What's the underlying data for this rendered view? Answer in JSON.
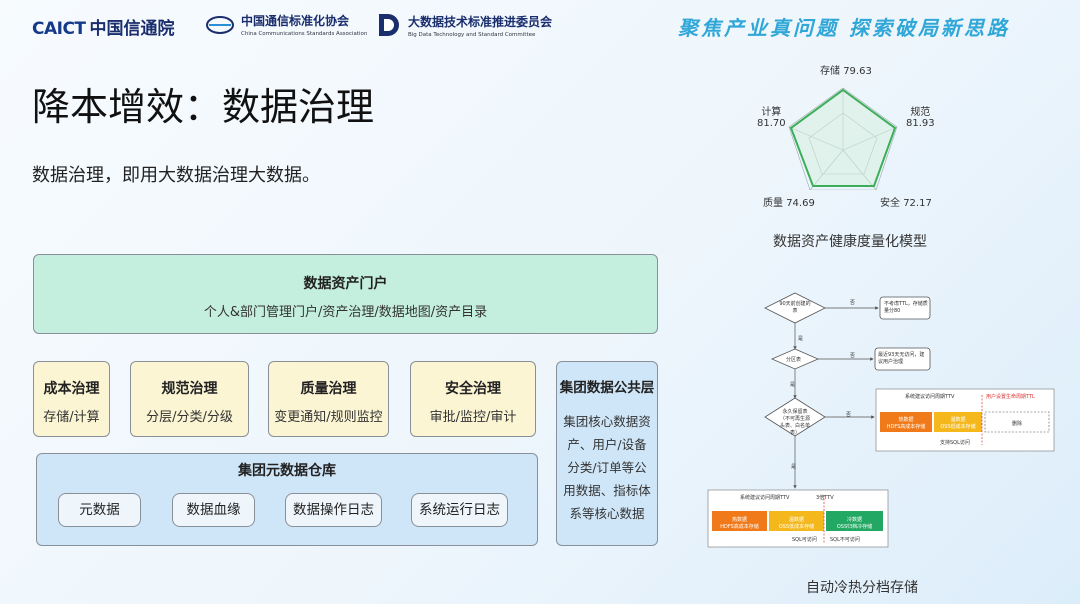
{
  "header": {
    "logo1_en": "CAICT",
    "logo1_cn": "中国信通院",
    "logo2_title": "中国通信标准化协会",
    "logo2_sub": "China Communications Standards Association",
    "logo3_title": "大数据技术标准推进委员会",
    "logo3_sub": "Big Data Technology and Standard Committee",
    "slogan": "聚焦产业真问题  探索破局新思路"
  },
  "title": "降本增效：数据治理",
  "subtitle": "数据治理，即用大数据治理大数据。",
  "portal": {
    "title": "数据资产门户",
    "sub": "个人&部门管理门户/资产治理/数据地图/资产目录"
  },
  "governance": [
    {
      "title": "成本治理",
      "sub": "存储/计算"
    },
    {
      "title": "规范治理",
      "sub": "分层/分类/分级"
    },
    {
      "title": "质量治理",
      "sub": "变更通知/规则监控"
    },
    {
      "title": "安全治理",
      "sub": "审批/监控/审计"
    }
  ],
  "warehouse": {
    "title": "集团元数据仓库",
    "items": [
      "元数据",
      "数据血缘",
      "数据操作日志",
      "系统运行日志"
    ]
  },
  "public_layer": {
    "title": "集团数据公共层",
    "sub": "集团核心数据资产、用户/设备分类/订单等公用数据、指标体系等核心数据"
  },
  "radar": {
    "caption": "数据资产健康度量化模型",
    "labels": [
      {
        "name": "存储",
        "value": "79.63"
      },
      {
        "name": "规范",
        "value": "81.93"
      },
      {
        "name": "安全",
        "value": "72.17"
      },
      {
        "name": "质量",
        "value": "74.69"
      },
      {
        "name": "计算",
        "value": "81.70"
      }
    ],
    "line_color": "#3cae5a",
    "fill_color": "#d6eedc"
  },
  "flow": {
    "caption": "自动冷热分档存储",
    "d1": "90天前创建的表",
    "d2": "分区表",
    "d3": "永久保留表（不可再生源头表、白名单表）",
    "r1": "不考虑TTL，存储质量分80",
    "r2": "最近93天无访问，建议用户治理",
    "yes": "是",
    "no": "否",
    "ttv1": "系统建议访问周期TTV",
    "ttv2": "用户设置生命周期TTL",
    "ttv3": "系统建议访问周期TTV",
    "ttv4": "3倍TTV",
    "hot": "热数据",
    "hot_sub": "HDFS高成本存储",
    "warm": "温数据",
    "warm_sub": "OSS低成本存储",
    "cold": "冷数据",
    "cold_sub": "OSS归档冷存储",
    "del": "删除",
    "sql_ok": "支持SQL访问",
    "sql_ok2": "SQL可访问",
    "sql_no": "SQL不可访问"
  }
}
